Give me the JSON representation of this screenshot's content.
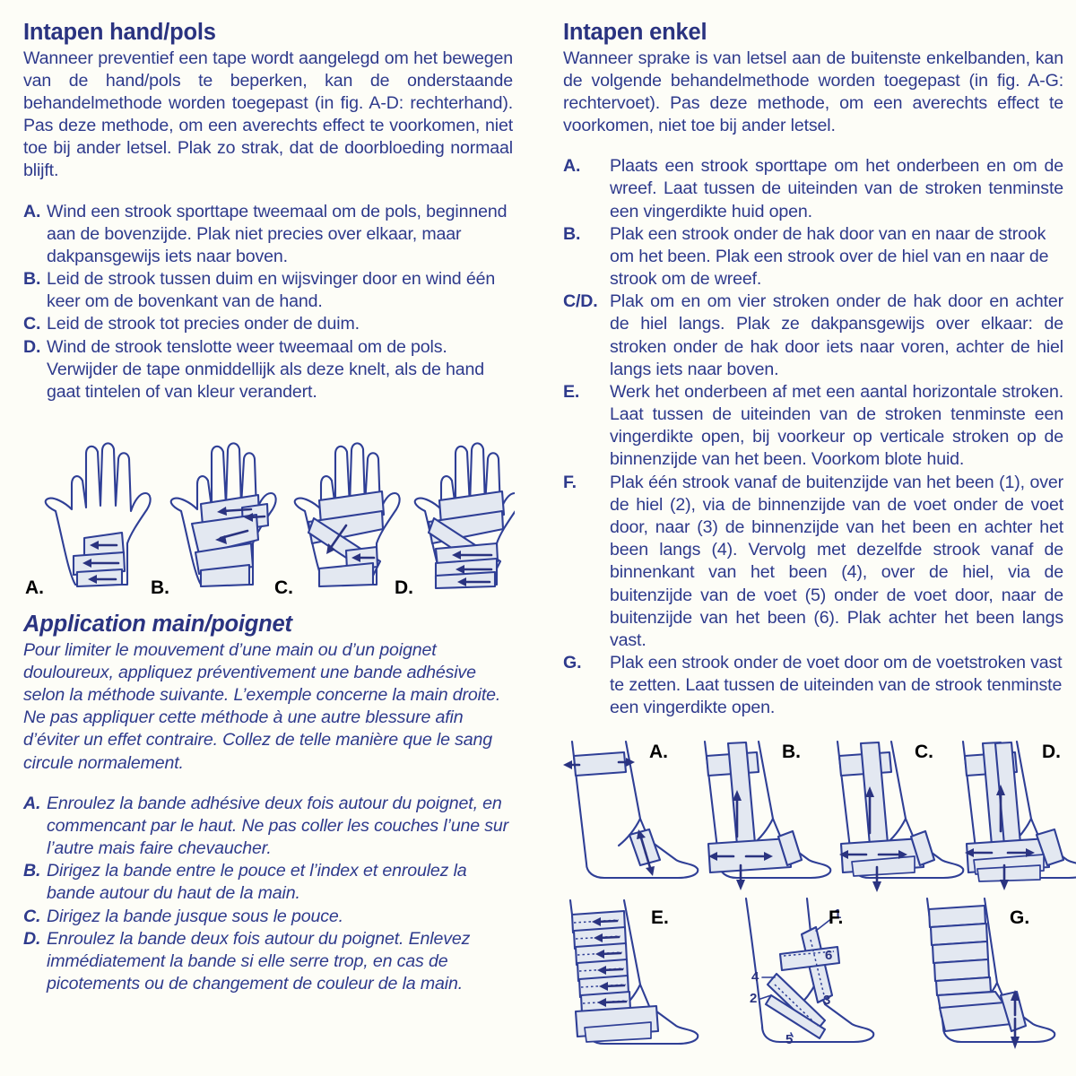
{
  "colors": {
    "heading": "#2a3380",
    "body": "#2e3a8c",
    "background": "#fdfdf7",
    "tape_fill": "#e3e8f1",
    "ink": "#2f3f96"
  },
  "left_column": {
    "dutch": {
      "title": "Intapen hand/pols",
      "intro": "Wanneer preventief een tape wordt aangelegd om het bewegen van de hand/pols te beperken, kan de onderstaande behandelmethode worden toegepast (in fig. A-D: rechterhand). Pas deze methode, om een averechts effect te voorkomen, niet toe bij ander letsel. Plak zo strak, dat de doorbloeding normaal blijft.",
      "steps": [
        {
          "label": "A.",
          "text": "Wind een strook sporttape tweemaal om de pols, beginnend aan de bovenzijde. Plak niet precies over elkaar, maar dakpansgewijs iets naar boven."
        },
        {
          "label": "B.",
          "text": "Leid de strook tussen duim en wijsvinger door en wind één keer om de bovenkant van de hand."
        },
        {
          "label": "C.",
          "text": "Leid de strook tot precies onder de duim."
        },
        {
          "label": "D.",
          "text": "Wind de strook tenslotte weer tweemaal om de pols. Verwijder de tape onmiddellijk als deze knelt, als de hand gaat tintelen of van kleur verandert."
        }
      ]
    },
    "hand_figures": {
      "labels": [
        "A.",
        "B.",
        "C.",
        "D."
      ],
      "caption_note": "right hand taping sequence"
    },
    "french": {
      "title": "Application main/poignet",
      "intro": "Pour limiter le mouvement d’une main ou d’un poignet douloureux, appliquez préventivement une bande adhésive selon la méthode suivante. L’exemple concerne la main droite. Ne pas appliquer cette méthode à une autre blessure afin d’éviter un effet contraire. Collez de telle manière que le sang circule normalement.",
      "steps": [
        {
          "label": "A.",
          "text": "Enroulez la bande adhésive deux fois autour du poignet, en commencant par le haut. Ne pas coller les couches l’une sur l’autre mais faire chevaucher."
        },
        {
          "label": "B.",
          "text": "Dirigez la bande entre le pouce et l’index et enroulez la bande autour du haut de la main."
        },
        {
          "label": "C.",
          "text": "Dirigez la bande jusque sous le pouce."
        },
        {
          "label": "D.",
          "text": "Enroulez la bande deux fois autour du poignet. Enlevez immédiatement la bande si elle serre trop, en cas de picotements ou de changement de couleur de la main."
        }
      ]
    }
  },
  "right_column": {
    "dutch": {
      "title": "Intapen enkel",
      "intro": "Wanneer sprake is van letsel aan de buitenste enkelbanden, kan de volgende behandelmethode worden toegepast (in fig. A-G: rechtervoet). Pas deze methode, om een averechts effect te voorkomen, niet toe bij ander letsel.",
      "steps": [
        {
          "label": "A.",
          "text": "Plaats een strook sporttape om het onderbeen en om de wreef. Laat tussen de uiteinden van de stroken tenminste een vingerdikte huid open."
        },
        {
          "label": "B.",
          "text": "Plak een strook onder de hak door van en naar de strook om het been. Plak een strook over de hiel van en naar de strook om de wreef."
        },
        {
          "label": "C/D.",
          "text": "Plak om en om vier stroken onder de hak door en achter de hiel langs. Plak ze dakpansgewijs over elkaar: de stroken onder de hak door iets naar voren, achter de hiel langs iets naar boven."
        },
        {
          "label": "E.",
          "text": "Werk het onderbeen af met een aantal horizontale stroken. Laat tussen de uiteinden van de stroken tenminste een vingerdikte open, bij voorkeur op verticale stroken op de binnenzijde van het been. Voorkom blote huid."
        },
        {
          "label": "F.",
          "text": "Plak één strook vanaf de buitenzijde van het been (1), over de hiel (2), via de binnenzijde van de voet onder de voet door, naar (3) de binnenzijde van het been en achter het been langs (4). Vervolg met dezelfde strook vanaf de binnenkant van het been (4), over de hiel, via de buitenzijde van de voet (5) onder de voet door, naar de buitenzijde van het been (6). Plak achter het been langs vast."
        },
        {
          "label": "G.",
          "text": "Plak een strook onder de voet door om de voetstroken vast te zetten. Laat tussen de uiteinden van de strook tenminste een vingerdikte open."
        }
      ]
    },
    "ankle_figures": {
      "row1_labels": [
        "A.",
        "B.",
        "C.",
        "D."
      ],
      "row2_labels": [
        "E.",
        "F.",
        "G."
      ],
      "figure_f_numbers": [
        "1",
        "2",
        "3",
        "4",
        "5",
        "6"
      ]
    }
  }
}
